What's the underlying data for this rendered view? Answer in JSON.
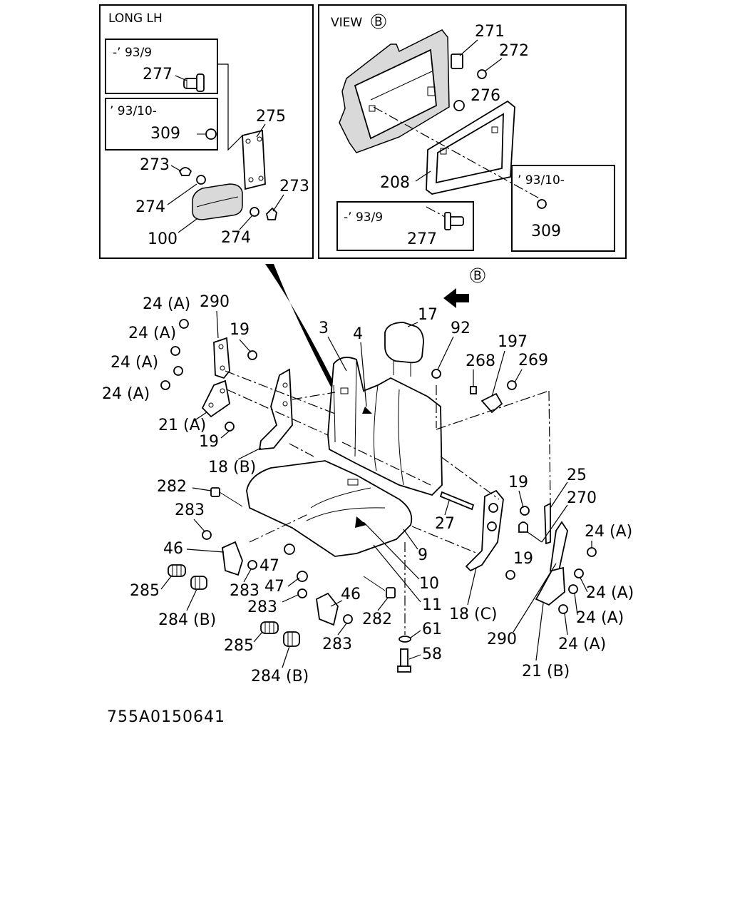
{
  "diagram_code": "755A0150641",
  "inset_left": {
    "title": "LONG LH",
    "variant_old": "-’ 93/9",
    "variant_new": "’ 93/10-",
    "labels": [
      "277",
      "309",
      "275",
      "273",
      "274",
      "273",
      "274",
      "100"
    ]
  },
  "inset_right": {
    "title": "VIEW",
    "view_marker": "B",
    "variant_new": "’ 93/10-",
    "variant_old": "-’ 93/9",
    "labels": [
      "271",
      "272",
      "276",
      "208",
      "309",
      "277"
    ]
  },
  "main": {
    "view_marker": "B",
    "labels": [
      "24 (A)",
      "290",
      "24 (A)",
      "19",
      "24 (A)",
      "24 (A)",
      "21 (A)",
      "19",
      "18 (B)",
      "3",
      "4",
      "17",
      "92",
      "197",
      "268",
      "269",
      "282",
      "283",
      "46",
      "47",
      "283",
      "285",
      "284 (B)",
      "47",
      "283",
      "46",
      "282",
      "283",
      "285",
      "284 (B)",
      "9",
      "10",
      "11",
      "61",
      "58",
      "27",
      "19",
      "25",
      "270",
      "24 (A)",
      "19",
      "18 (C)",
      "24 (A)",
      "24 (A)",
      "290",
      "24 (A)",
      "21 (B)"
    ]
  }
}
